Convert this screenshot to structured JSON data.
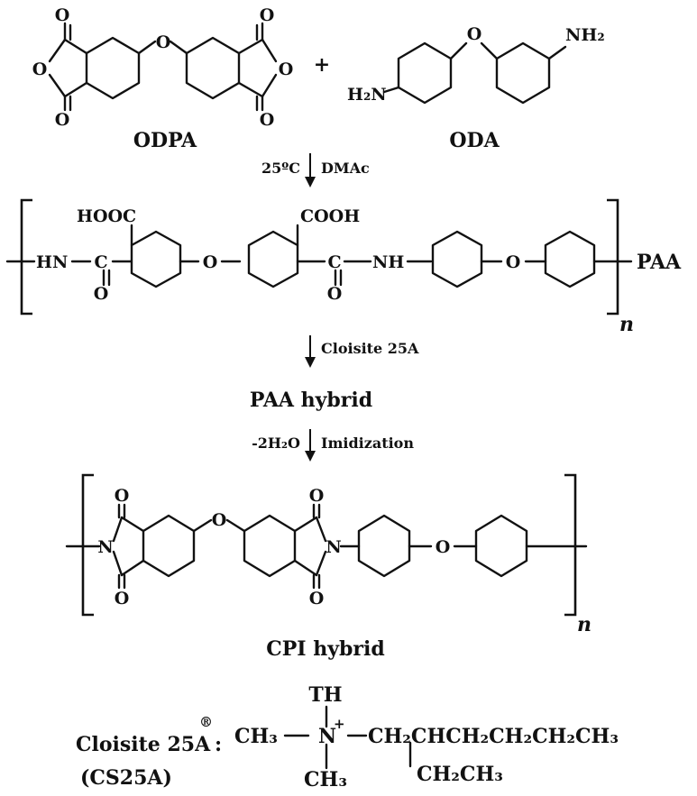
{
  "reactants": {
    "monomer_1": "ODPA",
    "plus": "+",
    "monomer_2": "ODA"
  },
  "step_1": {
    "temperature": "25ºC",
    "solvent": "DMAc"
  },
  "step_2": {
    "additive": "Cloisite 25A"
  },
  "step_3": {
    "byproduct": "-2H₂O",
    "process": "Imidization"
  },
  "products": {
    "polymer_1": "PAA",
    "intermediate": "PAA hybrid",
    "final": "CPI hybrid",
    "repeat": "n"
  },
  "atoms": {
    "O": "O",
    "N": "N",
    "NH2": "NH₂",
    "H2N": "H₂N",
    "HN": "HN",
    "NH": "NH",
    "C": "C",
    "HOOC": "HOOC",
    "COOH": "COOH",
    "N_plus": "N",
    "plus_sign": "+"
  },
  "modifier": {
    "name": "Cloisite 25A",
    "trademark": "®",
    "colon": ":",
    "abbreviation": "(CS25A)",
    "methyl_left": "CH₃",
    "methyl_bottom": "CH₃",
    "top_group": "TH",
    "chain": "CH₂CHCH₂CH₂CH₂CH₃",
    "branch": "CH₂CH₃"
  },
  "colors": {
    "ink": "#111111",
    "background": "#ffffff"
  }
}
